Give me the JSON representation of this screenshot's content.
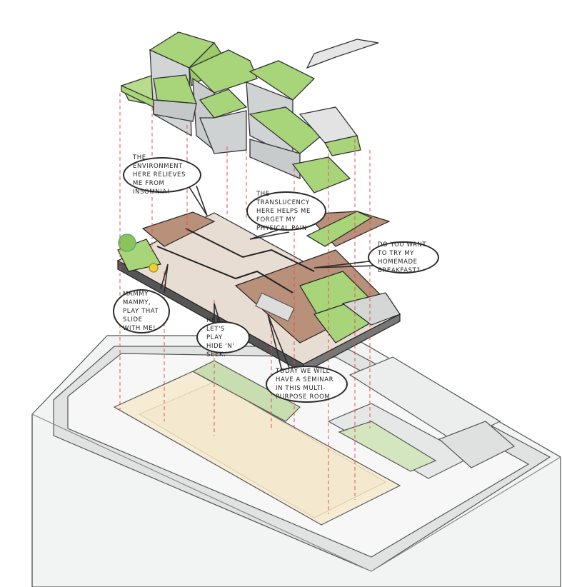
{
  "bubbles": [
    {
      "text": "The environment here relieves me from insomnia!"
    },
    {
      "text": "The translucency here helps me forget my physical pain"
    },
    {
      "text": "Do you want to try my homemade breakfast?"
    },
    {
      "text": "Mammy mammy, play that slide with me!"
    },
    {
      "text": "Hey! Let's play hide 'n' seek."
    },
    {
      "text": "Today we will have a seminar in this multi-purpose room"
    }
  ],
  "colors": {
    "green": "#a8d47a",
    "wood": "#b9907a",
    "floor": "#e8ddd3",
    "tile": "#f4ecd6",
    "building": "#eef0ef",
    "dash": "#e05050"
  }
}
